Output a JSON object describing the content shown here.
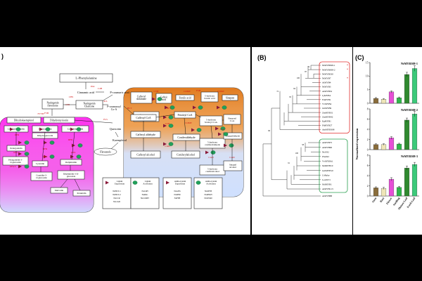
{
  "panel_labels": {
    "a": ")",
    "b": "(B)",
    "c": "(C)"
  },
  "pathway": {
    "nodes": {
      "phe": "L-Phenylalanine",
      "cinnamic": "Cinnamic acid",
      "pcoumaric": "P-coumaric acid",
      "naringenin": "Naringenin\nflavonone",
      "naringenin_chalcone": "Naringenin\nChalcone",
      "pcoumaroyl": "P-coumaroyl\nCo-A",
      "pcoumaroyl_shikimate": "P-coumaroyl\nshikimate",
      "dihydrokaempferol": "Dihydrokaempferol",
      "dihydromyricetin": "Dihydromyricetin",
      "quercetin": "Quercetin",
      "kaempferol": "Kaempferol",
      "flavanols": "Flavanols",
      "caffeoyl_shikimate": "Caffeoyl\nshikimate",
      "caffeic_acid": "Caffeic\nacid",
      "ferulic_acid": "Ferulic acid",
      "hydroxy_ferulic": "5-hydroxy\nferulic acid",
      "sinapate": "Sinapate",
      "caffeoyl_coa": "Caffeoyl CoA",
      "feruloyl_coa": "Feruloyl CoA",
      "hydroxy_feruloyl_coa": "5-hydroxy\nferuloyl CoA",
      "sinapoyl_coa": "Sinapoyl\nCoA",
      "caffeoyl_aldehyde": "Caffeoyl aldehyde",
      "coniferaldehyde": "Coniferaldehyde",
      "hydroxy_coniferaldehyde": "5-hydroxy\nconiferaldehyde",
      "sinapaldehyde": "Sinapaldehyde",
      "caffeoyl_alcohol": "Caffeoyl alcohol",
      "coniferylalcohol": "Coniferylalcohol",
      "hydroxy_coniferalcohol": "5-hydroxy\nconiferalcohol",
      "sinapyl_alcohol": "Sinapyl\nalcohol",
      "pelargonidin": "Pelargonidin",
      "pelargonidin_glc": "Pelargonidin-3-\nO-glucoside",
      "cyanidin": "Cyanidin",
      "cyanidin_glc": "Cyanidin-3-\nO-glucoside",
      "delphinidin": "Delphinidin",
      "delphinidin_glc": "Delphinidin-3-O-\nglucoside",
      "malvidin": "Malvidin",
      "petunidin": "Petunidin",
      "leucopelargonidin": "Leucopelargonidin",
      "leucocyanidin": "Leucocyanidin",
      "leucodelphinidin": "Leucodelphinidin",
      "dihydroquercetin": "Dihydroquercetin"
    },
    "enzymes": [
      "PAL",
      "C4H",
      "4CL",
      "CHS",
      "CHI",
      "F3H",
      "F3'H",
      "F3'5'H",
      "FLS",
      "DFR",
      "ANS",
      "UFGT",
      "HCT",
      "C3H",
      "CCR",
      "CAD",
      "COMT",
      "F5H",
      "CCoAOMT",
      "C3'H"
    ],
    "legend": [
      {
        "title": "Lignin\nExpression",
        "lines": [
          "NsHCT-1",
          "NsHCT-2",
          "NsCCR",
          "NsCAD"
        ]
      },
      {
        "title": "Lignin\nActivation",
        "lines": [
          "NsC4H",
          "NsPAL",
          "NsCOMT"
        ]
      },
      {
        "title": "Anthocyanin\nExpression",
        "lines": [
          "NsANS",
          "NsDFR",
          "NsF3H"
        ]
      },
      {
        "title": "Anthocyanin\nActivation",
        "lines": [
          "NsMYB",
          "NsbHLH",
          "NsWD40"
        ]
      }
    ]
  },
  "tree": {
    "red_group": [
      "NtMYB308-1",
      "NtMYB308-2",
      "NtMYB330",
      "NtMYB7",
      "AtMYB4",
      "NtMYB3",
      "AtMYB32",
      "LjMYB4",
      "FaMYB1",
      "VvMYB4",
      "GhMYB9",
      "ZmMYB31",
      "ZmMYB42",
      "EgMYB1",
      "PhMYB27",
      "AmMYB308"
    ],
    "green_group": [
      "AtMYB75",
      "AtMYB90",
      "NtAN2",
      "PhAN2",
      "VvMYBA1",
      "MdMYB10",
      "GmMYB10",
      "CsRuby",
      "LeANT1",
      "MdMYB1",
      "AtMYB113"
    ],
    "outgroup": "AtMYB88",
    "bootstrap": [
      "99",
      "87",
      "100",
      "64",
      "95",
      "72",
      "58",
      "100",
      "91",
      "66"
    ]
  },
  "chart_data": [
    {
      "type": "bar",
      "title": "NtMYB308-1",
      "categories": [
        "Stem",
        "Root",
        "Flower",
        "Seedling",
        "Mature Leaf",
        "Fresh Leaf"
      ],
      "values": [
        1.8,
        1.5,
        4.2,
        2.0,
        10.6,
        12.8
      ],
      "errors": [
        0.3,
        0.2,
        0.4,
        0.3,
        0.8,
        1.0
      ],
      "ylim": [
        0,
        15
      ],
      "ticks": [
        0,
        5,
        10,
        15
      ]
    },
    {
      "type": "bar",
      "title": "NtMYB308-2",
      "categories": [
        "Stem",
        "Root",
        "Flower",
        "Seedling",
        "Mature Leaf",
        "Fresh Leaf"
      ],
      "values": [
        1.0,
        1.0,
        2.3,
        1.1,
        5.8,
        7.0
      ],
      "errors": [
        0.15,
        0.15,
        0.25,
        0.15,
        0.4,
        0.5
      ],
      "ylim": [
        0,
        8
      ],
      "ticks": [
        0,
        2,
        4,
        6,
        8
      ]
    },
    {
      "type": "bar",
      "title": "NtMYB308-3",
      "categories": [
        "Stem",
        "Root",
        "Flower",
        "Seedling",
        "Mature Leaf",
        "Fresh Leaf"
      ],
      "values": [
        1.6,
        1.5,
        3.3,
        1.7,
        5.5,
        6.2
      ],
      "errors": [
        0.2,
        0.2,
        0.3,
        0.2,
        0.4,
        0.4
      ],
      "ylim": [
        0,
        8
      ],
      "ticks": [
        0,
        2,
        4,
        6,
        8
      ]
    }
  ],
  "ylabel": "Normalized expression",
  "bar_colors": [
    "#8a6d3b",
    "#efe6b8",
    "#e64fd6",
    "#2fb84a",
    "#2f8a2f",
    "#3cc97a"
  ]
}
